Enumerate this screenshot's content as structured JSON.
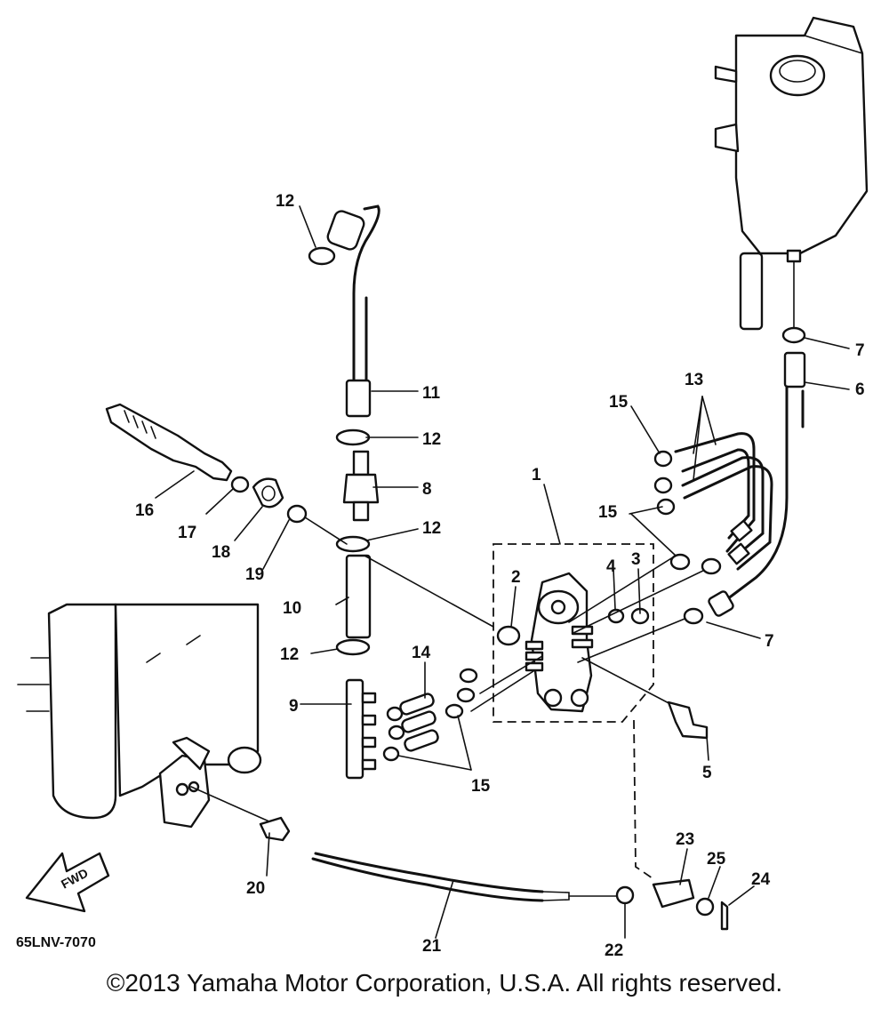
{
  "diagram": {
    "drawing_code": "65LNV-7070",
    "fwd_label": "FWD",
    "copyright": "©2013 Yamaha Motor Corporation, U.S.A. All rights reserved.",
    "callouts": [
      {
        "id": "c1",
        "label": "1"
      },
      {
        "id": "c2",
        "label": "2"
      },
      {
        "id": "c3",
        "label": "3"
      },
      {
        "id": "c4",
        "label": "4"
      },
      {
        "id": "c5",
        "label": "5"
      },
      {
        "id": "c6",
        "label": "6"
      },
      {
        "id": "c7a",
        "label": "7"
      },
      {
        "id": "c7b",
        "label": "7"
      },
      {
        "id": "c8",
        "label": "8"
      },
      {
        "id": "c9",
        "label": "9"
      },
      {
        "id": "c10",
        "label": "10"
      },
      {
        "id": "c11",
        "label": "11"
      },
      {
        "id": "c12a",
        "label": "12"
      },
      {
        "id": "c12b",
        "label": "12"
      },
      {
        "id": "c12c",
        "label": "12"
      },
      {
        "id": "c12d",
        "label": "12"
      },
      {
        "id": "c13",
        "label": "13"
      },
      {
        "id": "c14",
        "label": "14"
      },
      {
        "id": "c15a",
        "label": "15"
      },
      {
        "id": "c15b",
        "label": "15"
      },
      {
        "id": "c15c",
        "label": "15"
      },
      {
        "id": "c16",
        "label": "16"
      },
      {
        "id": "c17",
        "label": "17"
      },
      {
        "id": "c18",
        "label": "18"
      },
      {
        "id": "c19",
        "label": "19"
      },
      {
        "id": "c20",
        "label": "20"
      },
      {
        "id": "c21",
        "label": "21"
      },
      {
        "id": "c22",
        "label": "22"
      },
      {
        "id": "c23",
        "label": "23"
      },
      {
        "id": "c24",
        "label": "24"
      },
      {
        "id": "c25",
        "label": "25"
      }
    ]
  }
}
